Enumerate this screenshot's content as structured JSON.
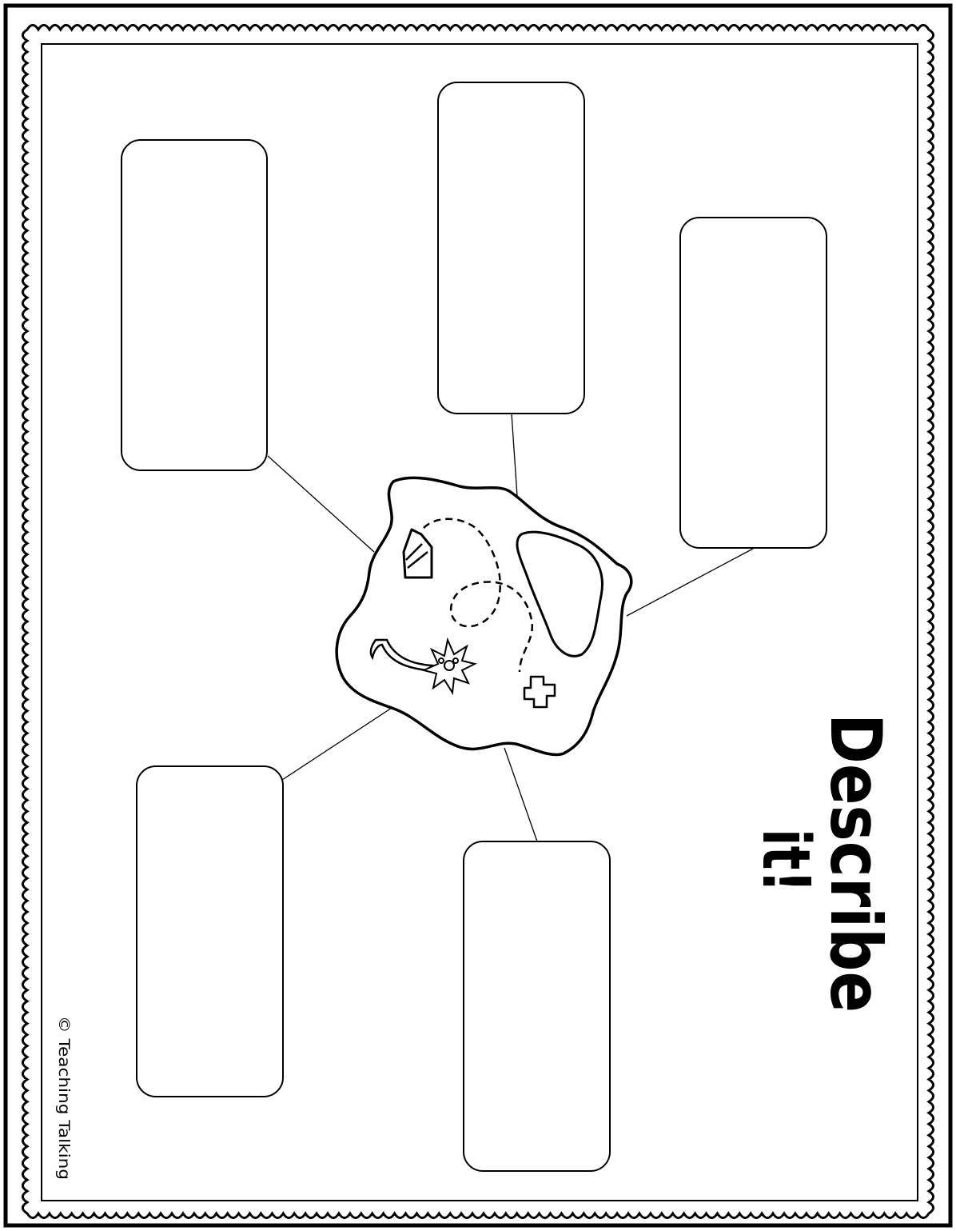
{
  "worksheet": {
    "title_line1": "Describe",
    "title_line2": "it!",
    "credit": "© Teaching Talking"
  },
  "central_image": {
    "icon": "treasure-map-icon"
  },
  "answer_boxes": [
    {
      "name": "answer-box-top-left",
      "value": ""
    },
    {
      "name": "answer-box-top-center",
      "value": ""
    },
    {
      "name": "answer-box-right",
      "value": ""
    },
    {
      "name": "answer-box-bottom-left",
      "value": ""
    },
    {
      "name": "answer-box-bottom-center",
      "value": ""
    }
  ],
  "colors": {
    "ink": "#000000",
    "paper": "#ffffff"
  }
}
